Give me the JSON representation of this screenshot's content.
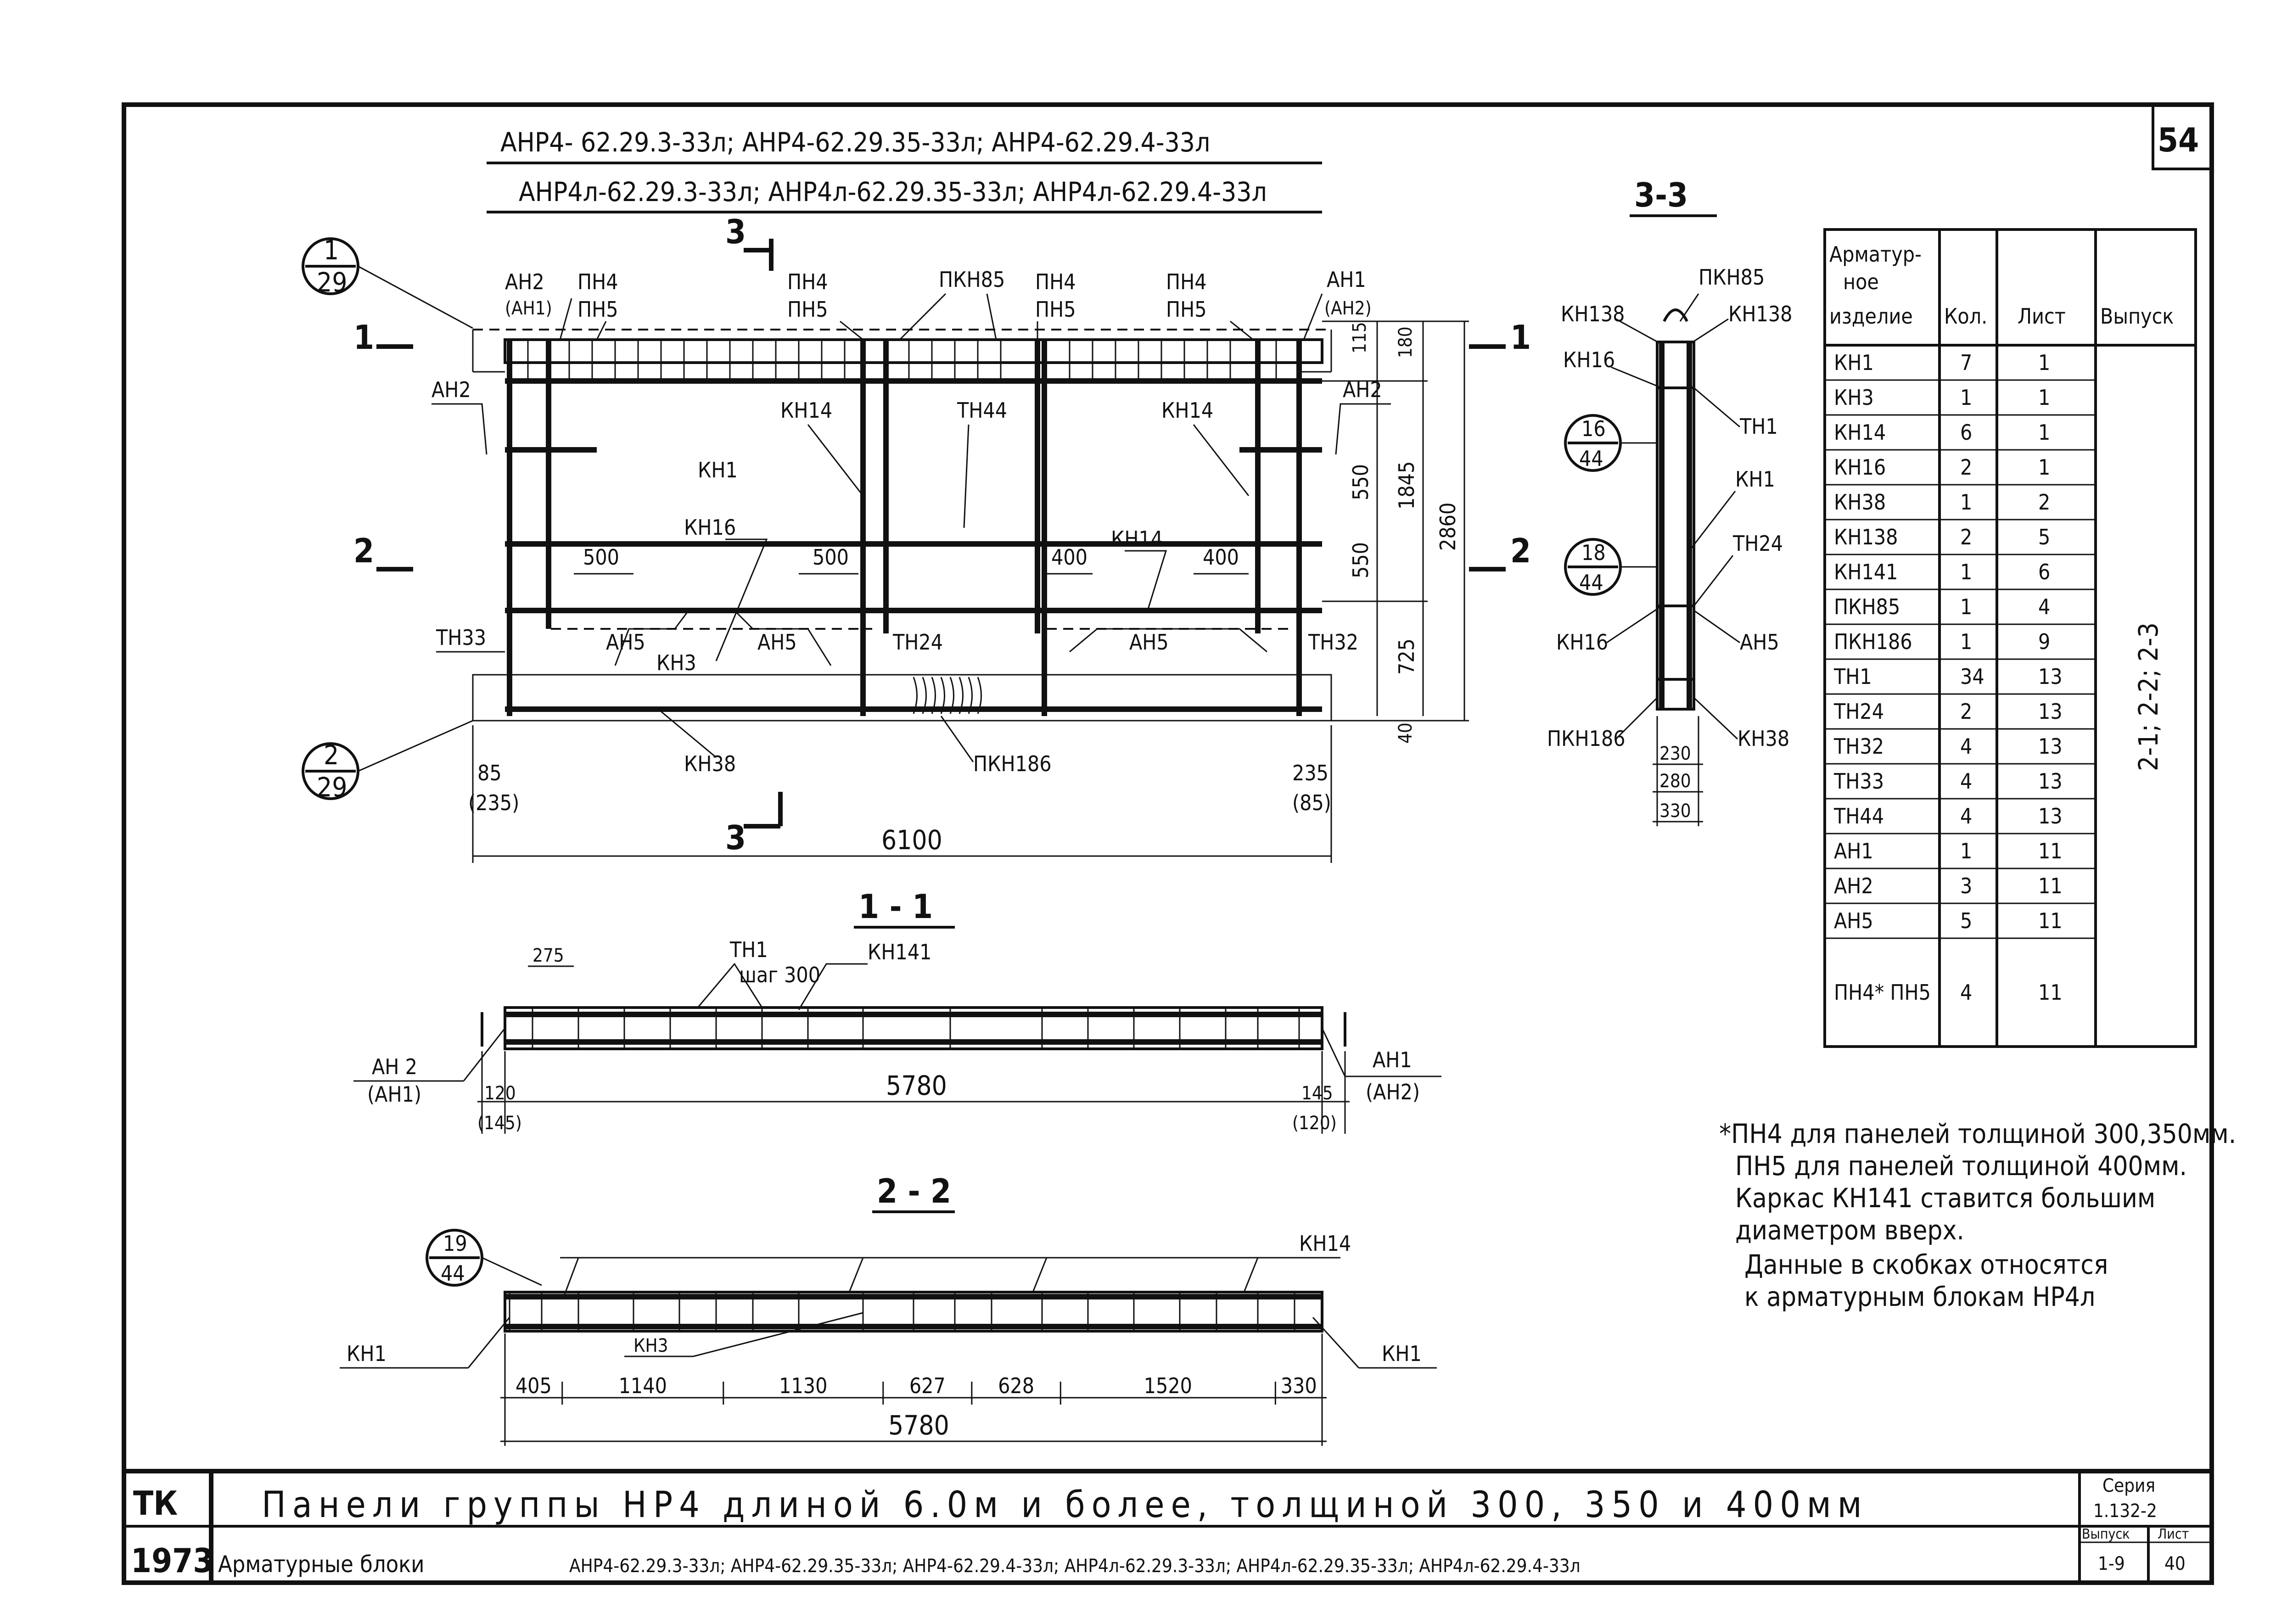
{
  "sheet_number": "54",
  "header": {
    "line1": "АНР4- 62.29.3-33л;  АНР4-62.29.35-33л;  АНР4-62.29.4-33л",
    "line2": "АНР4л-62.29.3-33л; АНР4л-62.29.35-33л; АНР4л-62.29.4-33л"
  },
  "elevation": {
    "callout_top": {
      "num": "1",
      "den": "29"
    },
    "callout_bottom": {
      "num": "2",
      "den": "29"
    },
    "section_marks": {
      "s1": "1",
      "s2": "2",
      "s3": "3"
    },
    "labels": {
      "ah2_top": "АН2",
      "ah1_paren": "(АН1)",
      "ah2_left": "АН2",
      "ph4_1": "ПН4",
      "ph5_1": "ПН5",
      "ph4_2": "ПН4",
      "ph5_2": "ПН5",
      "pkh85": "ПКН85",
      "ph4_3": "ПН4",
      "ph5_3": "ПН5",
      "ph4_4": "ПН4",
      "ph5_4": "ПН5",
      "ah1_top": "АН1",
      "ah2_paren": "(АН2)",
      "ah2_right": "АН2",
      "kh14_1": "КН14",
      "th44": "ТН44",
      "kh14_2": "КН14",
      "kh1": "КН1",
      "kh16": "КН16",
      "kh14_3": "КН14",
      "th33": "ТН33",
      "ah5_1": "АН5",
      "kh3": "КН3",
      "ah5_2": "АН5",
      "th24": "ТН24",
      "ah5_3": "АН5",
      "th32": "ТН32",
      "kh38": "КН38",
      "pkh186": "ПКН186"
    },
    "dims": {
      "d500a": "500",
      "d500b": "500",
      "d400a": "400",
      "d400b": "400",
      "d115": "115",
      "d180": "180",
      "d550a": "550",
      "d550b": "550",
      "d1845": "1845",
      "d725": "725",
      "d40": "40",
      "d2860": "2860",
      "d85": "85",
      "d235p": "(235)",
      "d235": "235",
      "d85p": "(85)",
      "d6100": "6100"
    }
  },
  "section33": {
    "title": "3-3",
    "labels": {
      "kh138a": "КН138",
      "pkh85": "ПКН85",
      "kh138b": "КН138",
      "kh16a": "КН16",
      "th1": "ТН1",
      "kh1": "КН1",
      "th24": "ТН24",
      "kh16b": "КН16",
      "ah5": "АН5",
      "pkh186": "ПКН186",
      "kh38": "КН38"
    },
    "callout_a": {
      "num": "16",
      "den": "44"
    },
    "callout_b": {
      "num": "18",
      "den": "44"
    },
    "dims": {
      "d230": "230",
      "d280": "280",
      "d330": "330"
    }
  },
  "section11": {
    "title": "1 - 1",
    "labels": {
      "th1": "ТН1",
      "step": "шаг 300",
      "kh141": "КН141",
      "ah2": "АН 2",
      "ah1p": "(АН1)",
      "ah1": "АН1",
      "ah2p": "(АН2)"
    },
    "dims": {
      "d275": "275",
      "d120": "120",
      "d145p": "(145)",
      "d5780": "5780",
      "d145": "145",
      "d120p": "(120)"
    }
  },
  "section22": {
    "title": "2 - 2",
    "callout": {
      "num": "19",
      "den": "44"
    },
    "labels": {
      "kh14": "КН14",
      "kh1_left": "КН1",
      "kh3": "КН3",
      "kh1_right": "КН1"
    },
    "dims": [
      "405",
      "1140",
      "1130",
      "627",
      "628",
      "1520",
      "330"
    ],
    "total": "5780"
  },
  "spec_table": {
    "headers": [
      "Арматур-ное изделие",
      "Кол.",
      "Лист",
      "Выпуск"
    ],
    "rows": [
      [
        "КН1",
        "7",
        "1"
      ],
      [
        "КН3",
        "1",
        "1"
      ],
      [
        "КН14",
        "6",
        "1"
      ],
      [
        "КН16",
        "2",
        "1"
      ],
      [
        "КН38",
        "1",
        "2"
      ],
      [
        "КН138",
        "2",
        "5"
      ],
      [
        "КН141",
        "1",
        "6"
      ],
      [
        "ПКН85",
        "1",
        "4"
      ],
      [
        "ПКН186",
        "1",
        "9"
      ],
      [
        "ТН1",
        "34",
        "13"
      ],
      [
        "ТН24",
        "2",
        "13"
      ],
      [
        "ТН32",
        "4",
        "13"
      ],
      [
        "ТН33",
        "4",
        "13"
      ],
      [
        "ТН44",
        "4",
        "13"
      ],
      [
        "АН1",
        "1",
        "11"
      ],
      [
        "АН2",
        "3",
        "11"
      ],
      [
        "АН5",
        "5",
        "11"
      ],
      [
        "ПН4* ПН5",
        "4",
        "11"
      ]
    ],
    "issue": "2-1; 2-2; 2-3"
  },
  "notes": [
    "*ПН4 для панелей толщиной 300,350мм.",
    "ПН5 для панелей толщиной 400мм.",
    "Каркас КН141 ставится большим",
    "диаметром вверх.",
    "Данные в скобках относятся",
    "к арматурным блокам НР4л"
  ],
  "title_block": {
    "org": "ТК",
    "year": "1973",
    "title": "Панели группы НР4 длиной 6.0м и более, толщиной 300, 350 и 400мм",
    "subtitle_lead": "Арматурные блоки",
    "subtitle": "АНР4-62.29.3-33л; АНР4-62.29.35-33л; АНР4-62.29.4-33л; АНР4л-62.29.3-33л; АНР4л-62.29.35-33л; АНР4л-62.29.4-33л",
    "series_label": "Серия",
    "series": "1.132-2",
    "issue_label": "Выпуск",
    "issue": "1-9",
    "sheet_label": "Лист",
    "sheet": "40"
  }
}
